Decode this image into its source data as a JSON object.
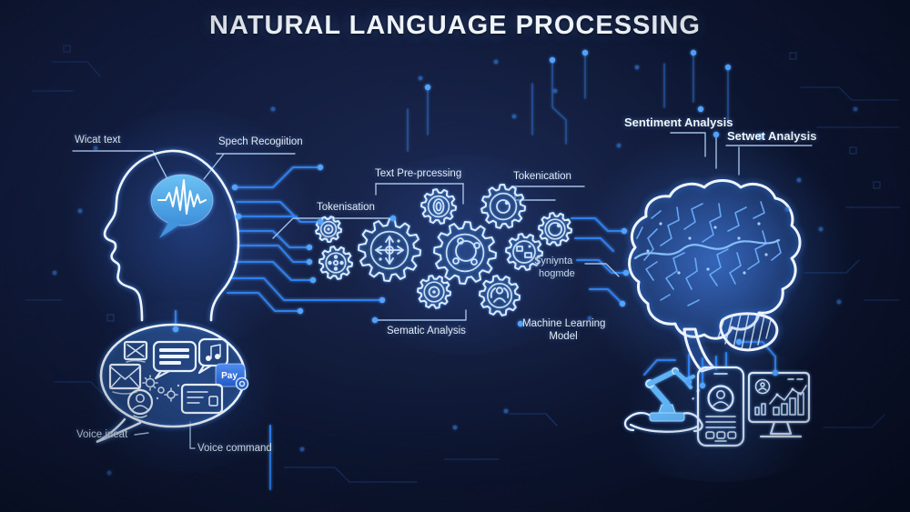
{
  "title": "NATURAL LANGUAGE PROCESSING",
  "labels": {
    "voice_text": "Wicat text",
    "speech_recognition": "Spech Recogiition",
    "tokenisation": "Tokenisation",
    "text_preprocessing": "Text Pre-prcessing",
    "tokenication": "Tokenication",
    "sentiment_analysis": "Sentiment Analysis",
    "setwet_analysis": "Setwet Analysis",
    "syntactic_line1": "Syniynta",
    "syntactic_line2": "hogmde",
    "semantic_analysis": "Sematic Analysis",
    "machine_learning_line1": "Machine Learning",
    "machine_learning_line2": "Model",
    "voice_input": "Voice ineat",
    "voice_command": "Voice command"
  },
  "icons": {
    "pay_icon_label": "Pay",
    "thought_bubble_icons": [
      "envelope-icon",
      "image-icon",
      "chat-message-icon",
      "music-note-icon",
      "pay-icon",
      "microphone-person-icon",
      "text-card-icon",
      "gear-doodle-icons"
    ],
    "output_device_icons": [
      "robot-arm-icon",
      "smartphone-icon",
      "monitor-analytics-icon"
    ],
    "head_icon": "head-silhouette",
    "waveform_icon": "speech-waveform-bubble",
    "brain_icon": "circuit-brain"
  },
  "colors": {
    "background": "#0e1733",
    "circuit_blue": "#2f82f4",
    "glow_blue": "#7cc4ff",
    "outline_white": "#edf4fe",
    "waveform_bubble_blue": "#4fa8e8",
    "pay_badge_blue": "#2e6fe0"
  }
}
